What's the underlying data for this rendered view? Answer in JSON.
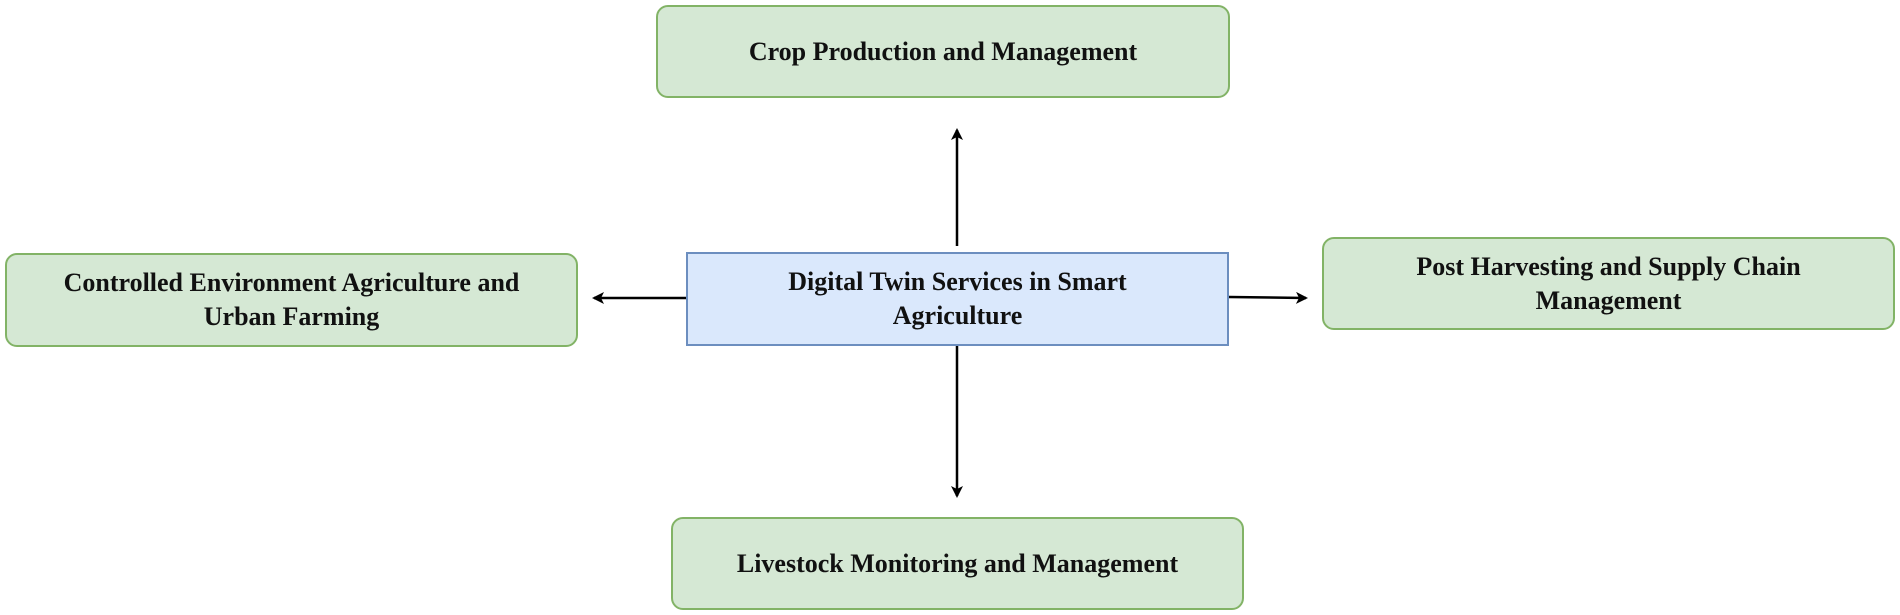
{
  "diagram": {
    "center": {
      "label": "Digital Twin Services in Smart Agriculture"
    },
    "nodes": {
      "top": {
        "label": "Crop Production and Management"
      },
      "left": {
        "label": "Controlled Environment Agriculture and Urban Farming"
      },
      "right": {
        "label": "Post Harvesting and Supply Chain Management"
      },
      "bottom": {
        "label": "Livestock Monitoring and Management"
      }
    },
    "colors": {
      "center_fill": "#dae8fc",
      "center_border": "#6c8ebf",
      "node_fill": "#d5e8d4",
      "node_border": "#82b366",
      "arrow": "#000000"
    }
  }
}
